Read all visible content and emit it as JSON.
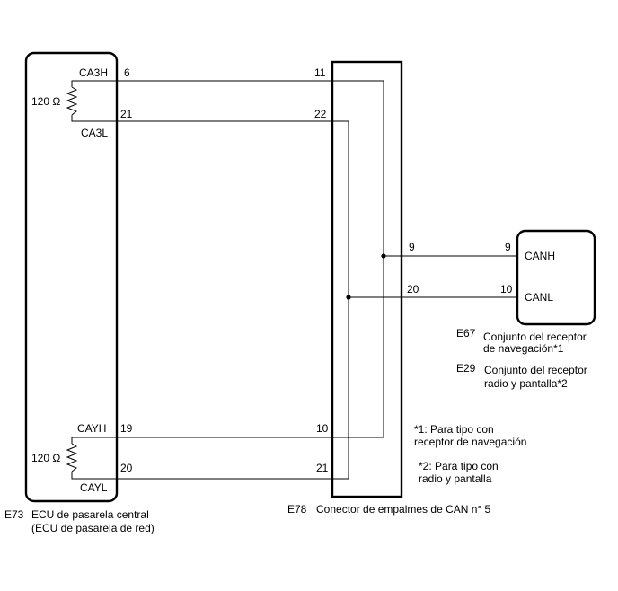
{
  "style": {
    "ink": "#000000",
    "background": "#ffffff"
  },
  "ecu": {
    "code": "E73",
    "name": [
      "ECU de pasarela central",
      "(ECU de pasarela de red)"
    ],
    "terminals": {
      "ca3h": "CA3H",
      "ca3l": "CA3L",
      "cayh": "CAYH",
      "cayl": "CAYL"
    },
    "pins": {
      "ca3h": "6",
      "ca3l": "21",
      "cayh": "19",
      "cayl": "20"
    },
    "resistors": {
      "top": "120 Ω",
      "bottom": "120 Ω"
    }
  },
  "junction": {
    "code": "E78",
    "name": "Conector de empalmes de CAN n° 5",
    "pins": {
      "high_top": "11",
      "low_top": "22",
      "high_bottom": "10",
      "low_bottom": "21",
      "high_out": "9",
      "low_out": "20"
    }
  },
  "receiver": {
    "terminals": {
      "canh": "CANH",
      "canl": "CANL"
    },
    "pins": {
      "canh": "9",
      "canl": "10"
    },
    "variants": [
      {
        "code": "E67",
        "name": [
          "Conjunto del receptor",
          "de navegación*1"
        ]
      },
      {
        "code": "E29",
        "name": [
          "Conjunto del receptor",
          "radio y pantalla*2"
        ]
      }
    ]
  },
  "notes": [
    [
      "*1: Para tipo con",
      "receptor de navegación"
    ],
    [
      "*2: Para tipo con",
      "radio y pantalla"
    ]
  ]
}
